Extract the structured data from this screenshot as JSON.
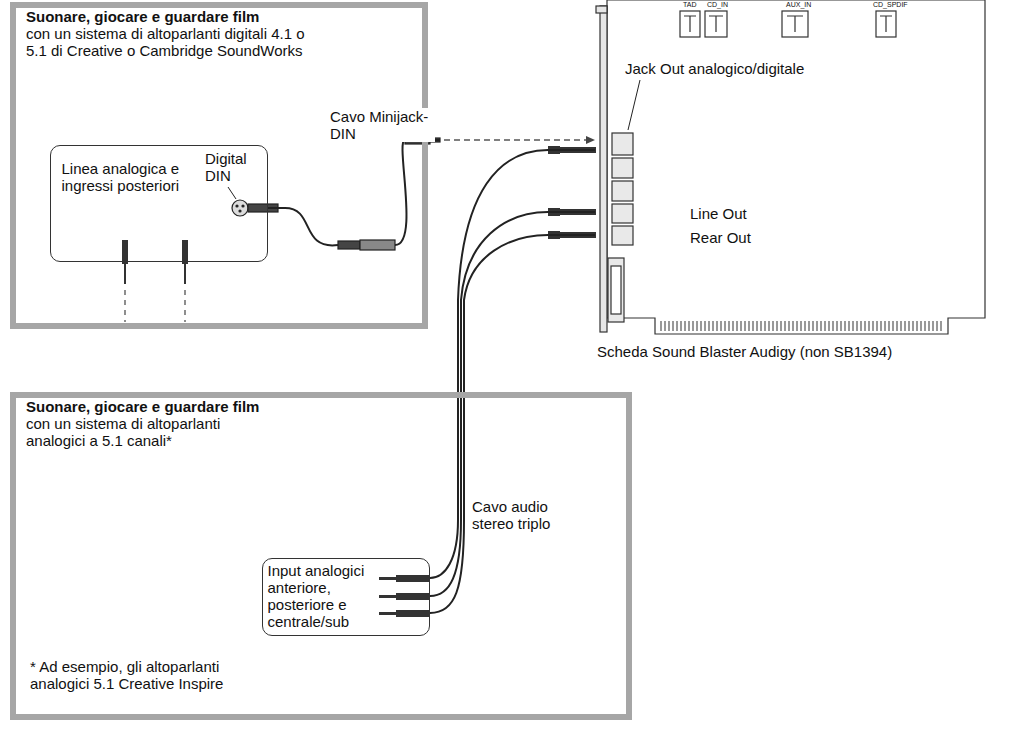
{
  "diagram": {
    "nodes": [
      {
        "text": [
          "Suonare, giocare e guardare film",
          "con un sistema di altoparlanti digitali 4.1 o 5.1 di Creative o Cambridge SoundWorks"
        ]
      },
      {
        "text": [
          "Linea analogica e ingressi posteriori"
        ],
        "in": 0
      },
      {
        "text": [
          "Scheda Sound Blaster Audigy (non SB1394)"
        ]
      },
      {
        "text": [
          "Suonare, giocare e guardare film",
          "con un sistema di altoparlanti analogici a 5.1 canali*",
          "* Ad esempio, gli altoparlanti analogici 5.1 Creative Inspire"
        ]
      },
      {
        "text": [
          "Input analogici anteriore, posteriore e centrale/sub"
        ],
        "in": 3
      }
    ],
    "edges": [
      {
        "from": 1,
        "to": 2,
        "arrow": "to",
        "label": "Cavo Minijack-DIN"
      },
      {
        "from": 2,
        "to": 4,
        "arrow": "none",
        "label": "Cavo audio stereo triplo"
      }
    ],
    "labels": [
      "Digital DIN",
      "Jack Out analogico/digitale",
      "TAD",
      "CD_IN",
      "AUX_IN",
      "CD_SPDIF",
      "Line Out",
      "Rear Out"
    ]
  }
}
